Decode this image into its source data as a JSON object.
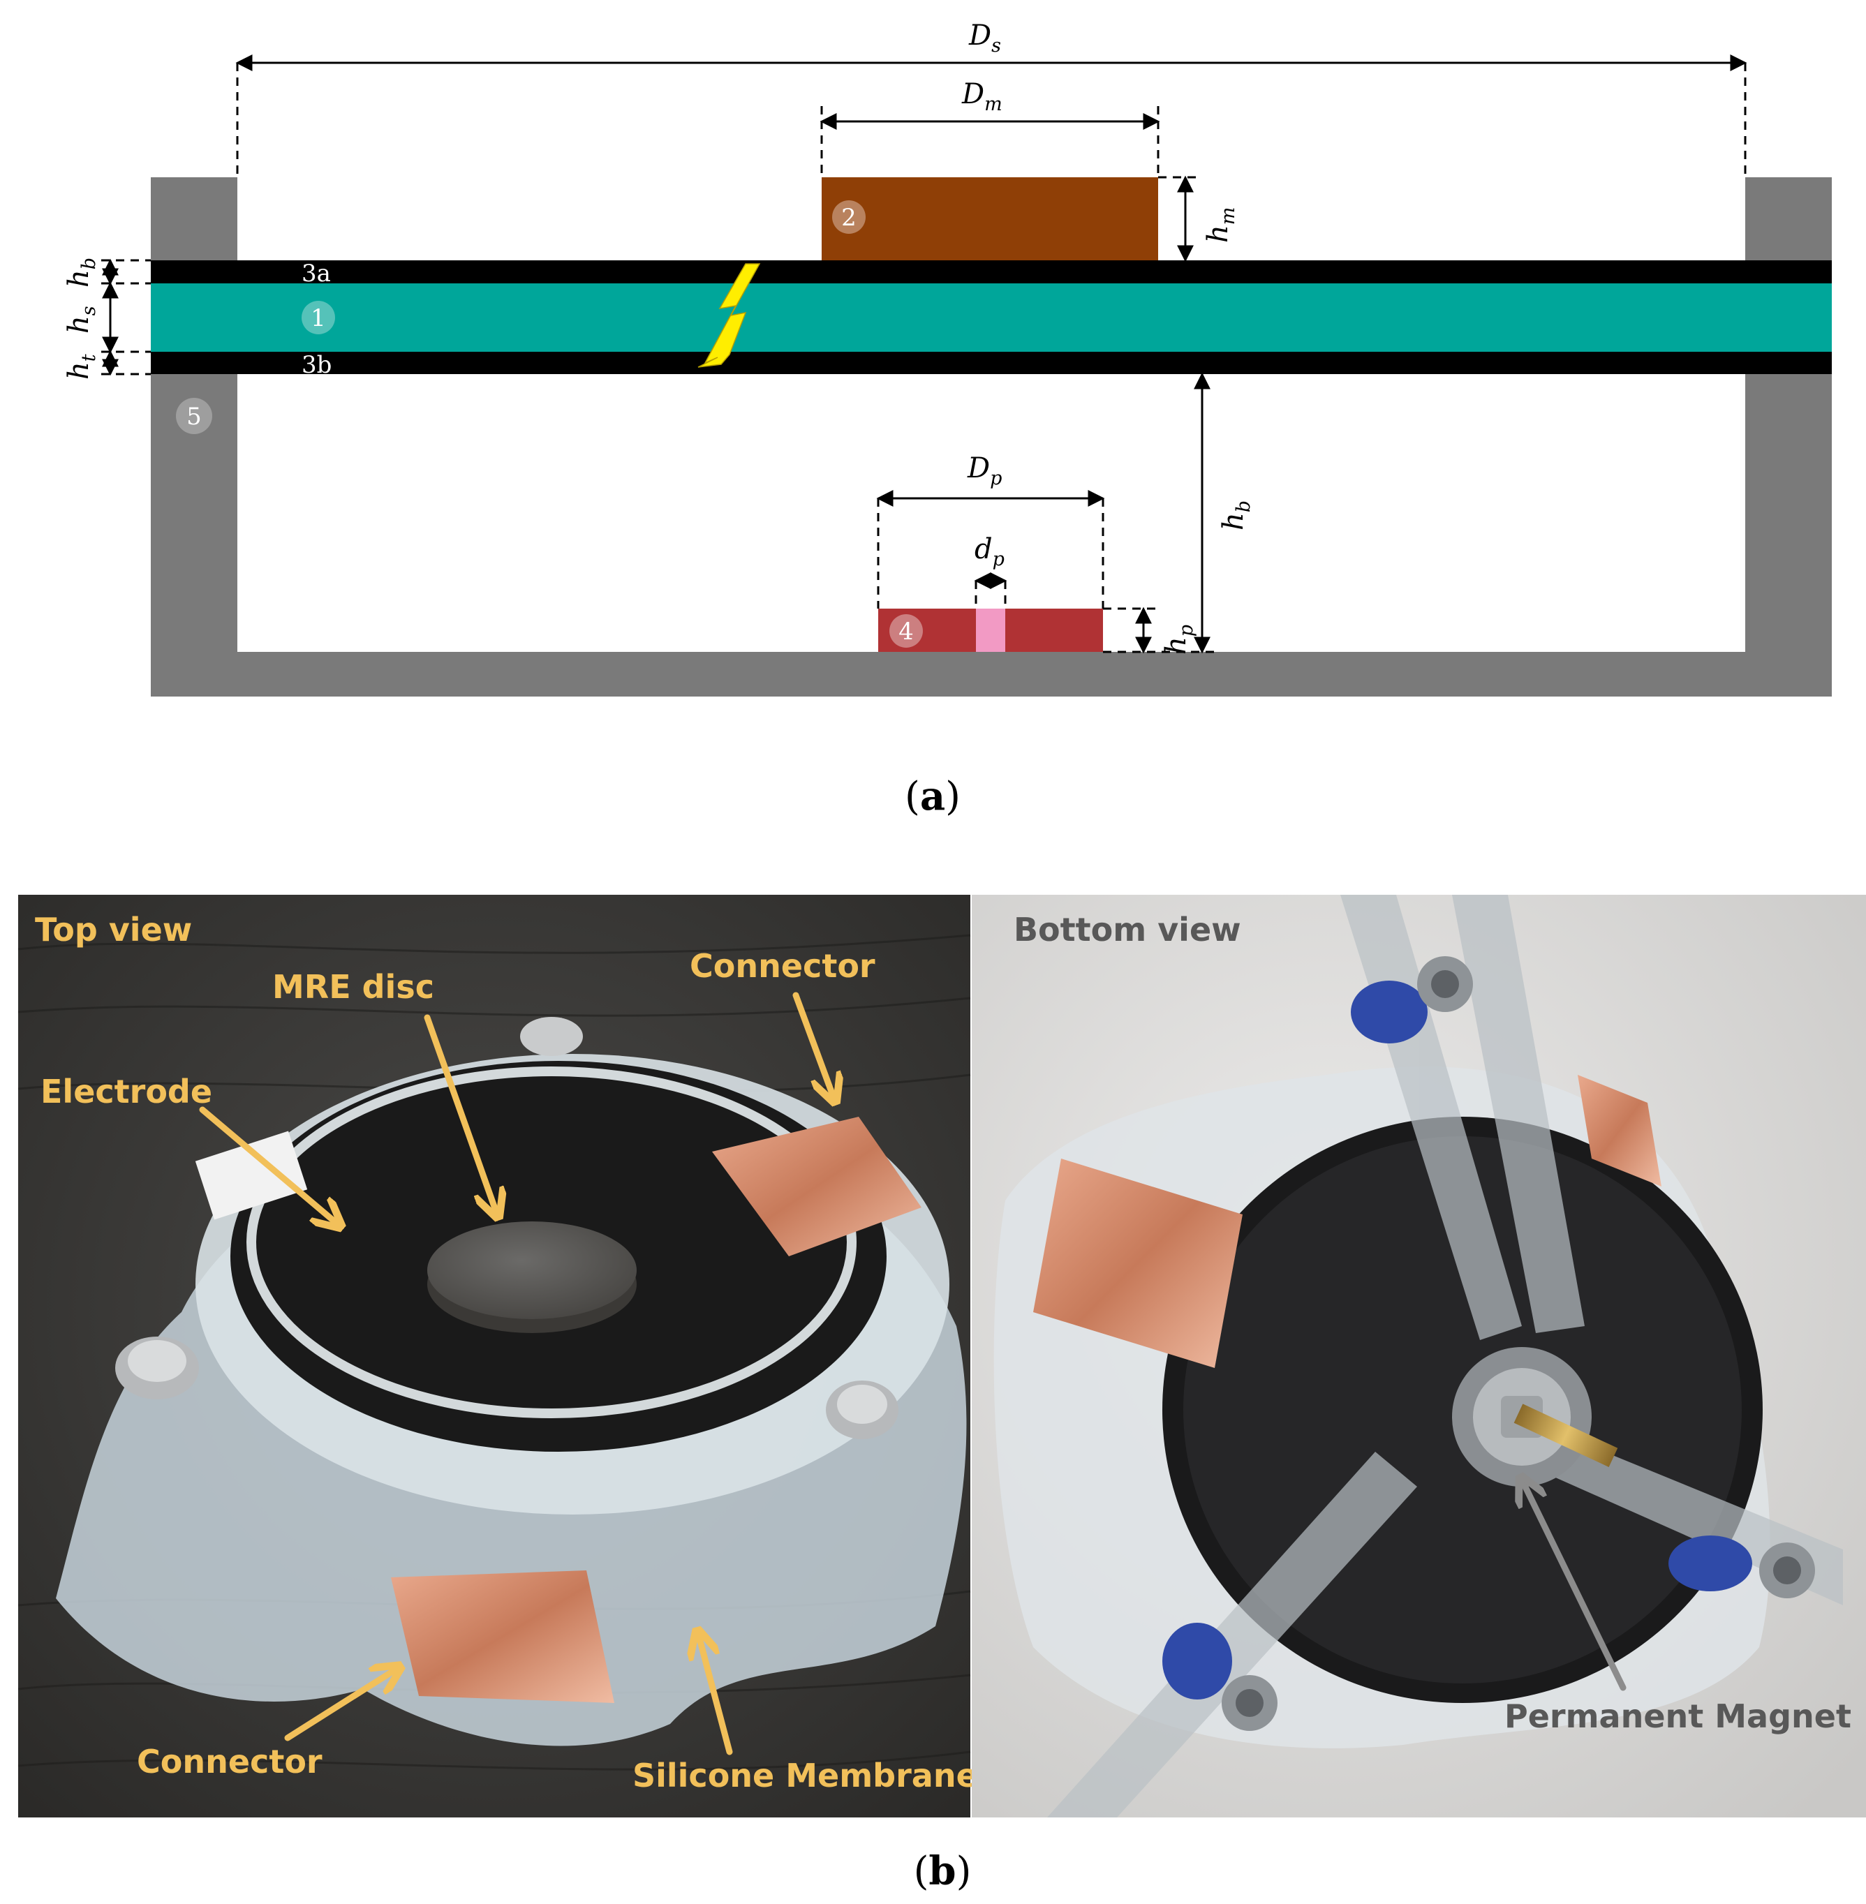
{
  "panel_a": {
    "caption_open": "(",
    "caption_letter": "a",
    "caption_close": ")",
    "dims": {
      "Ds": {
        "main": "D",
        "sub": "s"
      },
      "Dm": {
        "main": "D",
        "sub": "m"
      },
      "hm": {
        "main": "h",
        "sub": "m"
      },
      "hb_top": {
        "main": "h",
        "sub": "b"
      },
      "hs": {
        "main": "h",
        "sub": "s"
      },
      "ht": {
        "main": "h",
        "sub": "t"
      },
      "hb_right": {
        "main": "h",
        "sub": "b"
      },
      "Dp": {
        "main": "D",
        "sub": "p"
      },
      "dp": {
        "main": "d",
        "sub": "p"
      },
      "hp": {
        "main": "h",
        "sub": "p"
      }
    },
    "layer_labels": {
      "top_electrode": "3a",
      "bottom_electrode": "3b"
    },
    "markers": {
      "membrane": "1",
      "mre": "2",
      "magnet": "4",
      "housing": "5"
    },
    "colors": {
      "housing": "#7a7a7a",
      "electrode": "#000000",
      "membrane": "#00a69a",
      "mre": "#8f3f06",
      "magnet": "#b03234",
      "magnet_hole": "#f29ac4",
      "spark": "#ffee00"
    }
  },
  "panel_b": {
    "caption_open": "(",
    "caption_letter": "b",
    "caption_close": ")",
    "top_view": {
      "title": "Top view",
      "labels": {
        "mre_disc": "MRE disc",
        "connector_top": "Connector",
        "electrode": "Electrode",
        "connector_bottom": "Connector",
        "silicone_membrane": "Silicone Membrane"
      }
    },
    "bottom_view": {
      "title": "Bottom view",
      "labels": {
        "permanent_magnet": "Permanent Magnet"
      }
    },
    "colors": {
      "label_yellow": "#f2c05a",
      "label_grey": "#585858",
      "grey_arrow": "#8c8c8c"
    }
  }
}
